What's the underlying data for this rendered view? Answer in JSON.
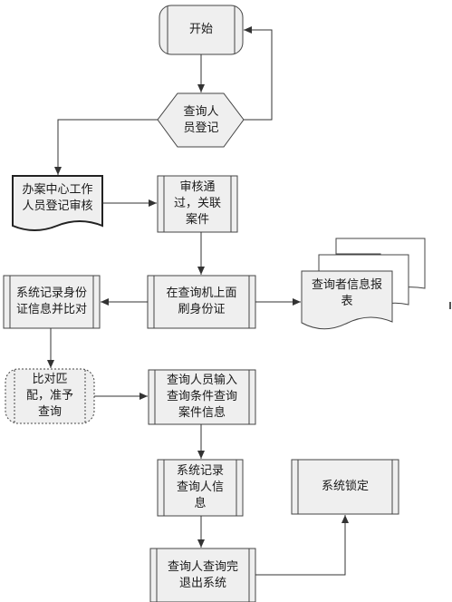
{
  "flowchart": {
    "start": "开始",
    "register": "查询人\n员登记",
    "office_review": "办案中心工作\n人员登记审核",
    "approved": "审核通\n过，关联\n案件",
    "swipe_id": "在查询机上面\n刷身份证",
    "report": "查询者信息报\n表",
    "record_compare": "系统记录身份\n证信息并比对",
    "match": "比对匹\n配，准予\n查询",
    "input_query": "查询人员输入\n查询条件查询\n案件信息",
    "record_user": "系统记录\n查询人信\n息",
    "lock": "系统锁定",
    "exit": "查询人查询完\n退出系统"
  }
}
